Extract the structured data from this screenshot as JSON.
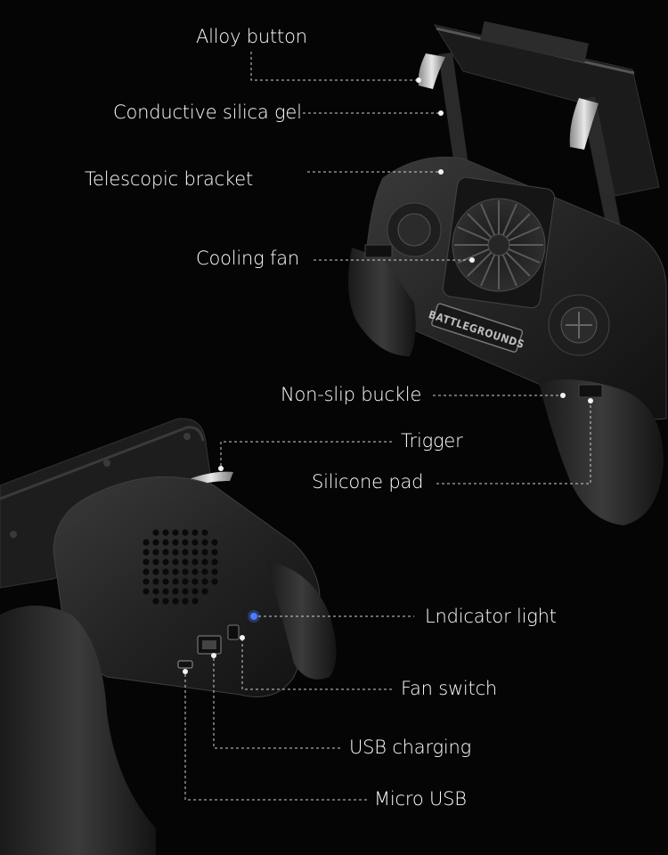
{
  "brand_text": "BATTLEGROUNDS",
  "labels": {
    "alloy_button": "Alloy button",
    "conductive_gel": "Conductive silica gel",
    "telescopic_bracket": "Telescopic bracket",
    "cooling_fan": "Cooling fan",
    "non_slip_buckle": "Non-slip buckle",
    "trigger": "Trigger",
    "silicone_pad": "Silicone pad",
    "indicator_light": "Lndicator light",
    "fan_switch": "Fan switch",
    "usb_charging": "USB charging",
    "micro_usb": "Micro USB"
  },
  "colors": {
    "background": "#050505",
    "body": "#2a2a2a",
    "text": "#ffffff",
    "indicator": "#4b7bff"
  },
  "icons": [
    "gamepad-front",
    "gamepad-back",
    "cooling-fan",
    "speaker-grille",
    "usb-port",
    "micro-usb-port",
    "power-switch",
    "indicator-led"
  ]
}
